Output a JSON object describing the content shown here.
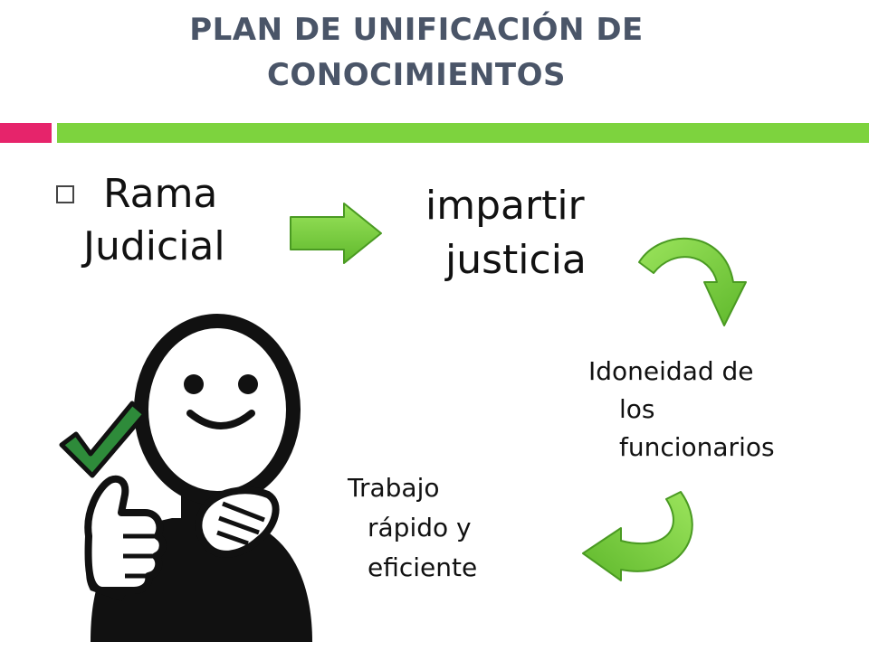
{
  "slide": {
    "title_line1": "PLAN DE UNIFICACIÓN DE",
    "title_line2": "CONOCIMIENTOS",
    "bullet": {
      "line1": "Rama",
      "line2": "Judicial"
    },
    "result": {
      "line1": "impartir",
      "line2": "justicia"
    },
    "cycle_item1": {
      "line1": "Idoneidad de",
      "line2": "los",
      "line3": "funcionarios"
    },
    "cycle_item2": {
      "line1": "Trabajo",
      "line2": "rápido y",
      "line3": "eficiente"
    }
  },
  "colors": {
    "title": "#4a5568",
    "accent_pink": "#e6246b",
    "accent_green": "#7dd33e",
    "arrow_green": "#7ccf3f",
    "check_green": "#2e8b3a"
  },
  "icons": [
    "right-arrow-icon",
    "curved-arrow-icon",
    "person-thumbs-up-icon",
    "checkmark-icon"
  ]
}
